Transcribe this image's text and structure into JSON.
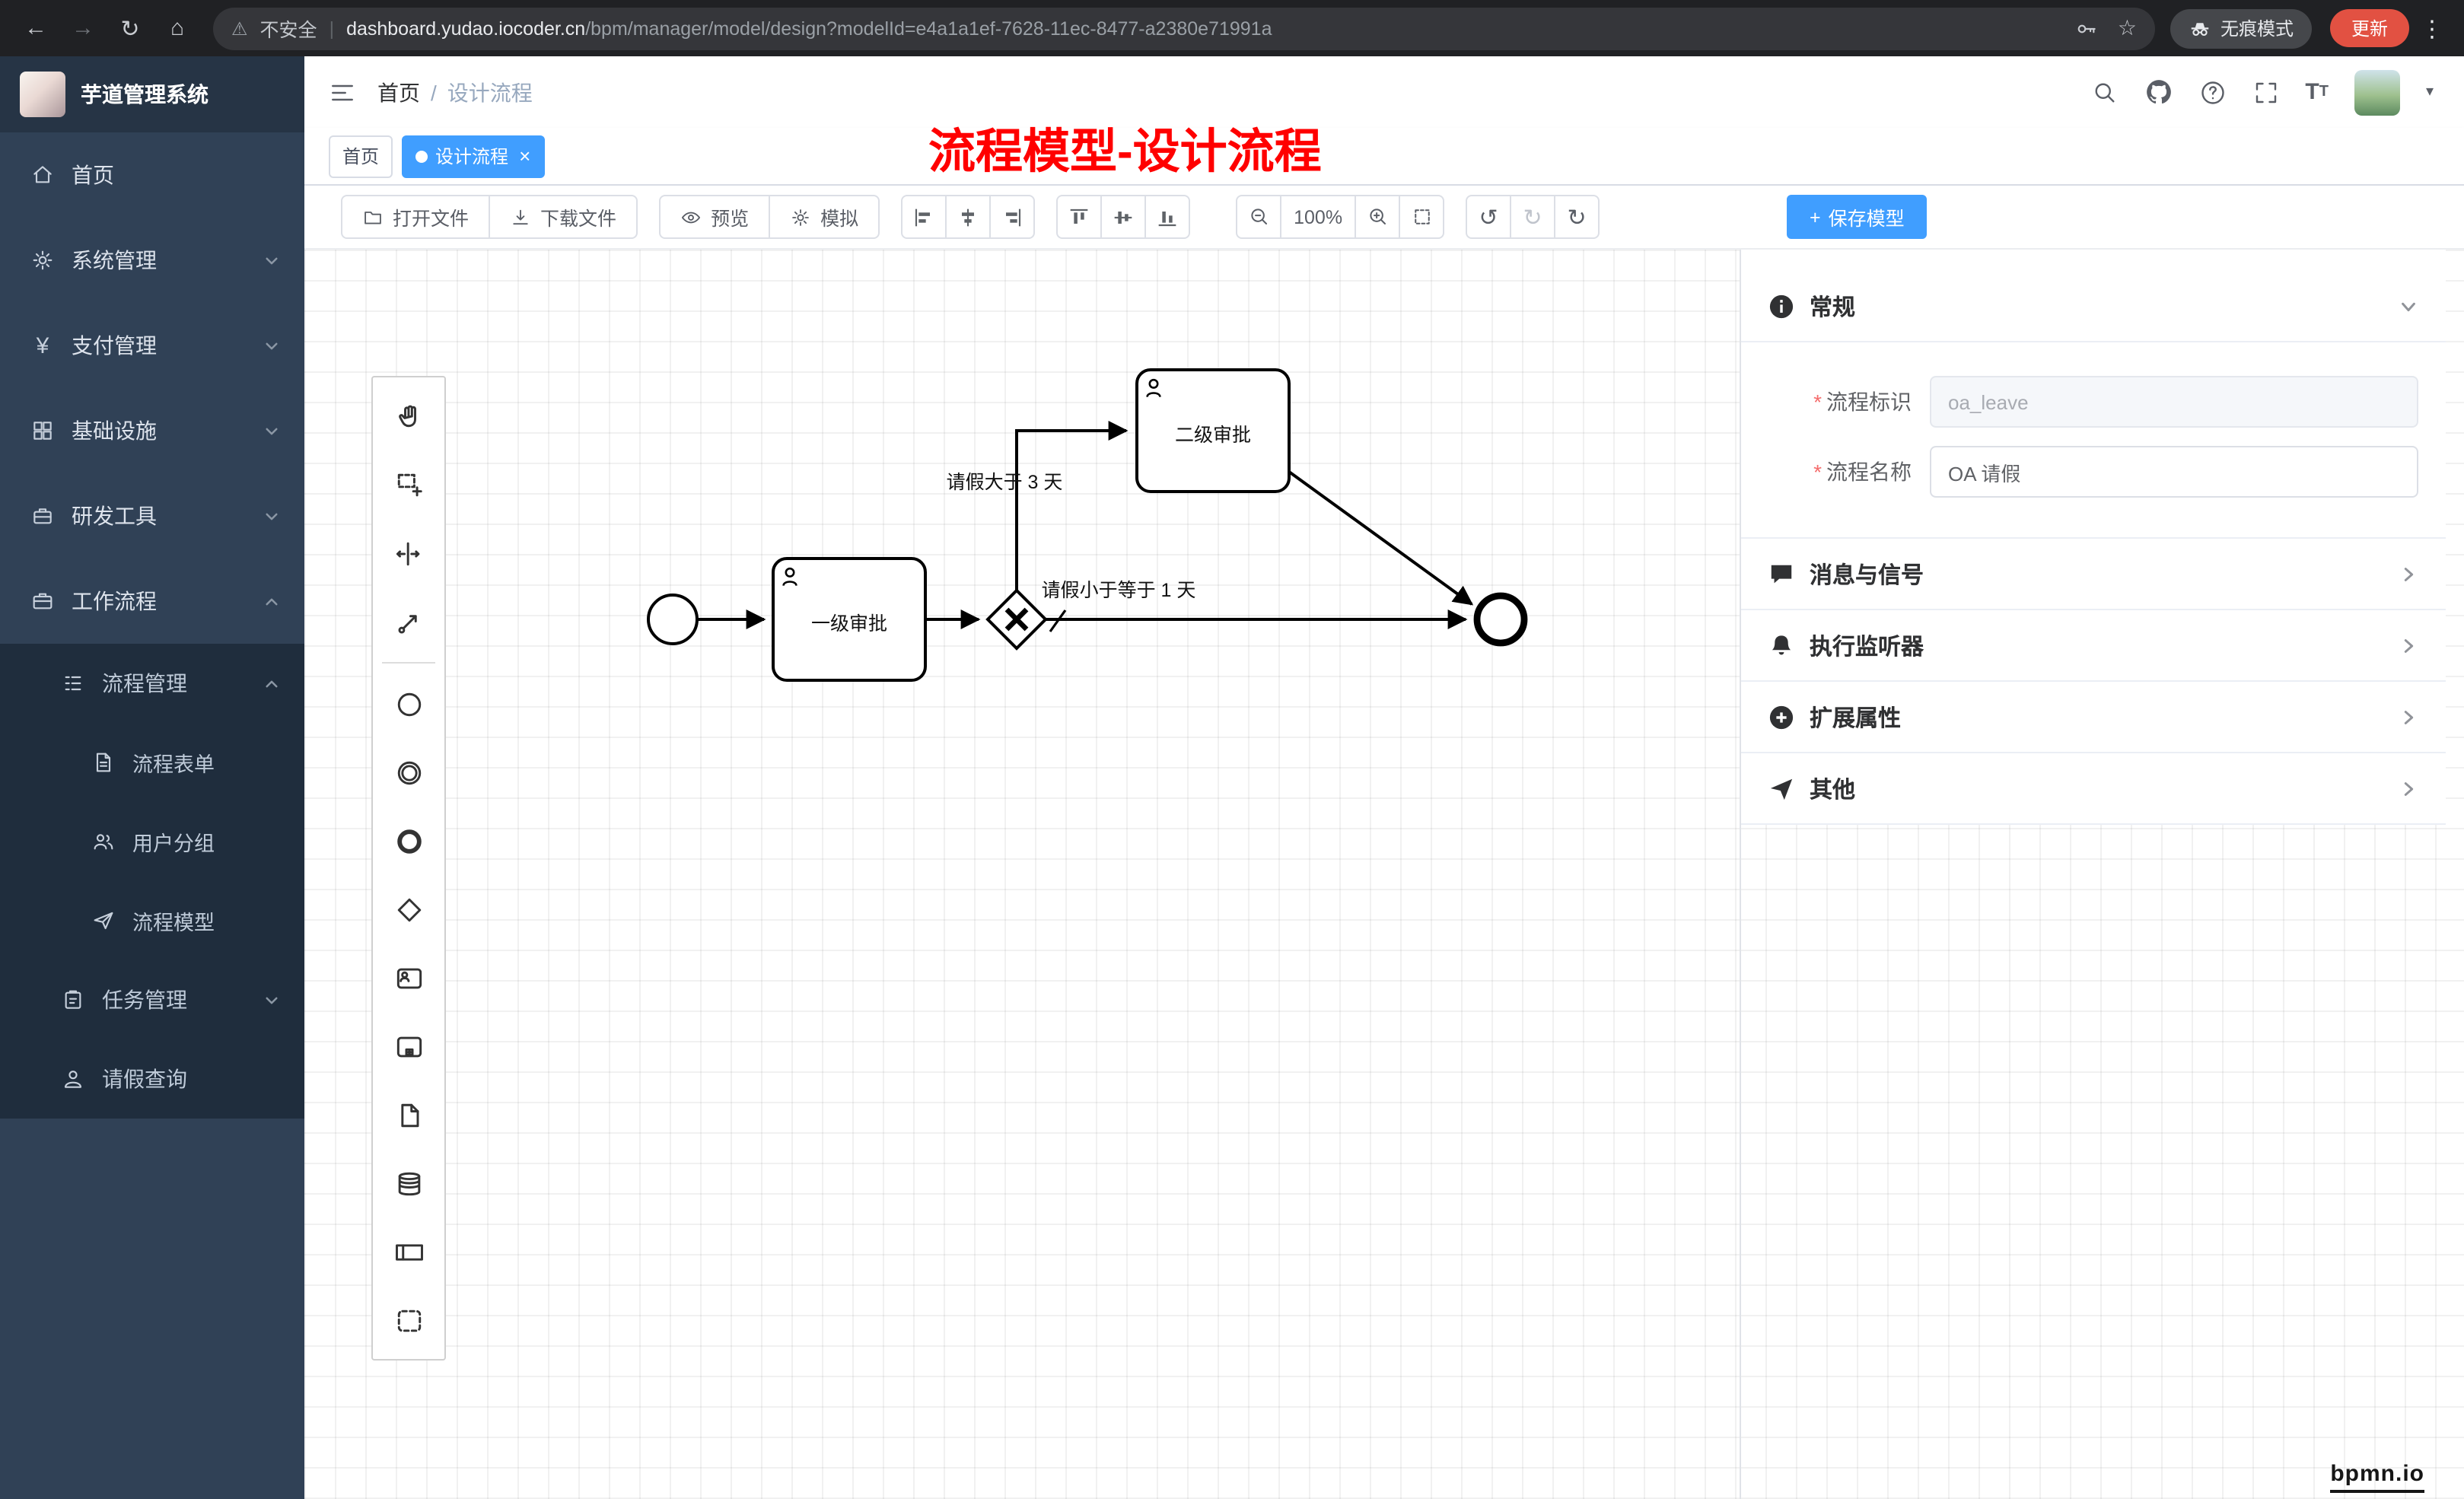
{
  "colors": {
    "accent": "#409eff",
    "annotation_red": "#ff0000",
    "sidebar_bg": "#304156"
  },
  "browser": {
    "security_label": "不安全",
    "url_domain": "dashboard.yudao.iocoder.cn",
    "url_path": "/bpm/manager/model/design?modelId=e4a1a1ef-7628-11ec-8477-a2380e71991a",
    "incognito_label": "无痕模式",
    "update_label": "更新"
  },
  "icons": {
    "back": "←",
    "forward": "→",
    "refresh": "↻",
    "home": "⌂",
    "star": "☆",
    "menu_dots": "⋮",
    "caret_down": "▾",
    "warning": "⚠",
    "divider": "|",
    "undo": "↺",
    "redo": "↻",
    "reset": "↻",
    "plus": "+",
    "close": "×",
    "text_size": "T",
    "yen": "¥",
    "breadcrumb_sep": "/",
    "required": "*"
  },
  "sidebar": {
    "app_title": "芋道管理系统",
    "items": [
      {
        "label": "首页"
      },
      {
        "label": "系统管理"
      },
      {
        "label": "支付管理"
      },
      {
        "label": "基础设施"
      },
      {
        "label": "研发工具"
      },
      {
        "label": "工作流程"
      }
    ],
    "process_menu": {
      "label": "流程管理",
      "children": [
        {
          "label": "流程表单"
        },
        {
          "label": "用户分组"
        },
        {
          "label": "流程模型"
        }
      ]
    },
    "task_menu": {
      "label": "任务管理"
    },
    "leave_item": {
      "label": "请假查询"
    }
  },
  "header": {
    "breadcrumb_home": "首页",
    "breadcrumb_current": "设计流程",
    "annotation": "流程模型-设计流程"
  },
  "tabs": [
    {
      "label": "首页",
      "active": false
    },
    {
      "label": "设计流程",
      "active": true
    }
  ],
  "toolbar": {
    "open_file": "打开文件",
    "download_file": "下载文件",
    "preview": "预览",
    "simulate": "模拟",
    "zoom_level": "100%",
    "save_model": "保存模型"
  },
  "diagram": {
    "task1_label": "一级审批",
    "task2_label": "二级审批",
    "condition_upper": "请假大于 3 天",
    "condition_lower": "请假小于等于 1 天"
  },
  "properties": {
    "general_title": "常规",
    "process_key_label": "流程标识",
    "process_key_value": "oa_leave",
    "process_name_label": "流程名称",
    "process_name_value": "OA 请假",
    "sections": [
      {
        "title": "消息与信号"
      },
      {
        "title": "执行监听器"
      },
      {
        "title": "扩展属性"
      },
      {
        "title": "其他"
      }
    ]
  },
  "watermark": "bpmn.io"
}
